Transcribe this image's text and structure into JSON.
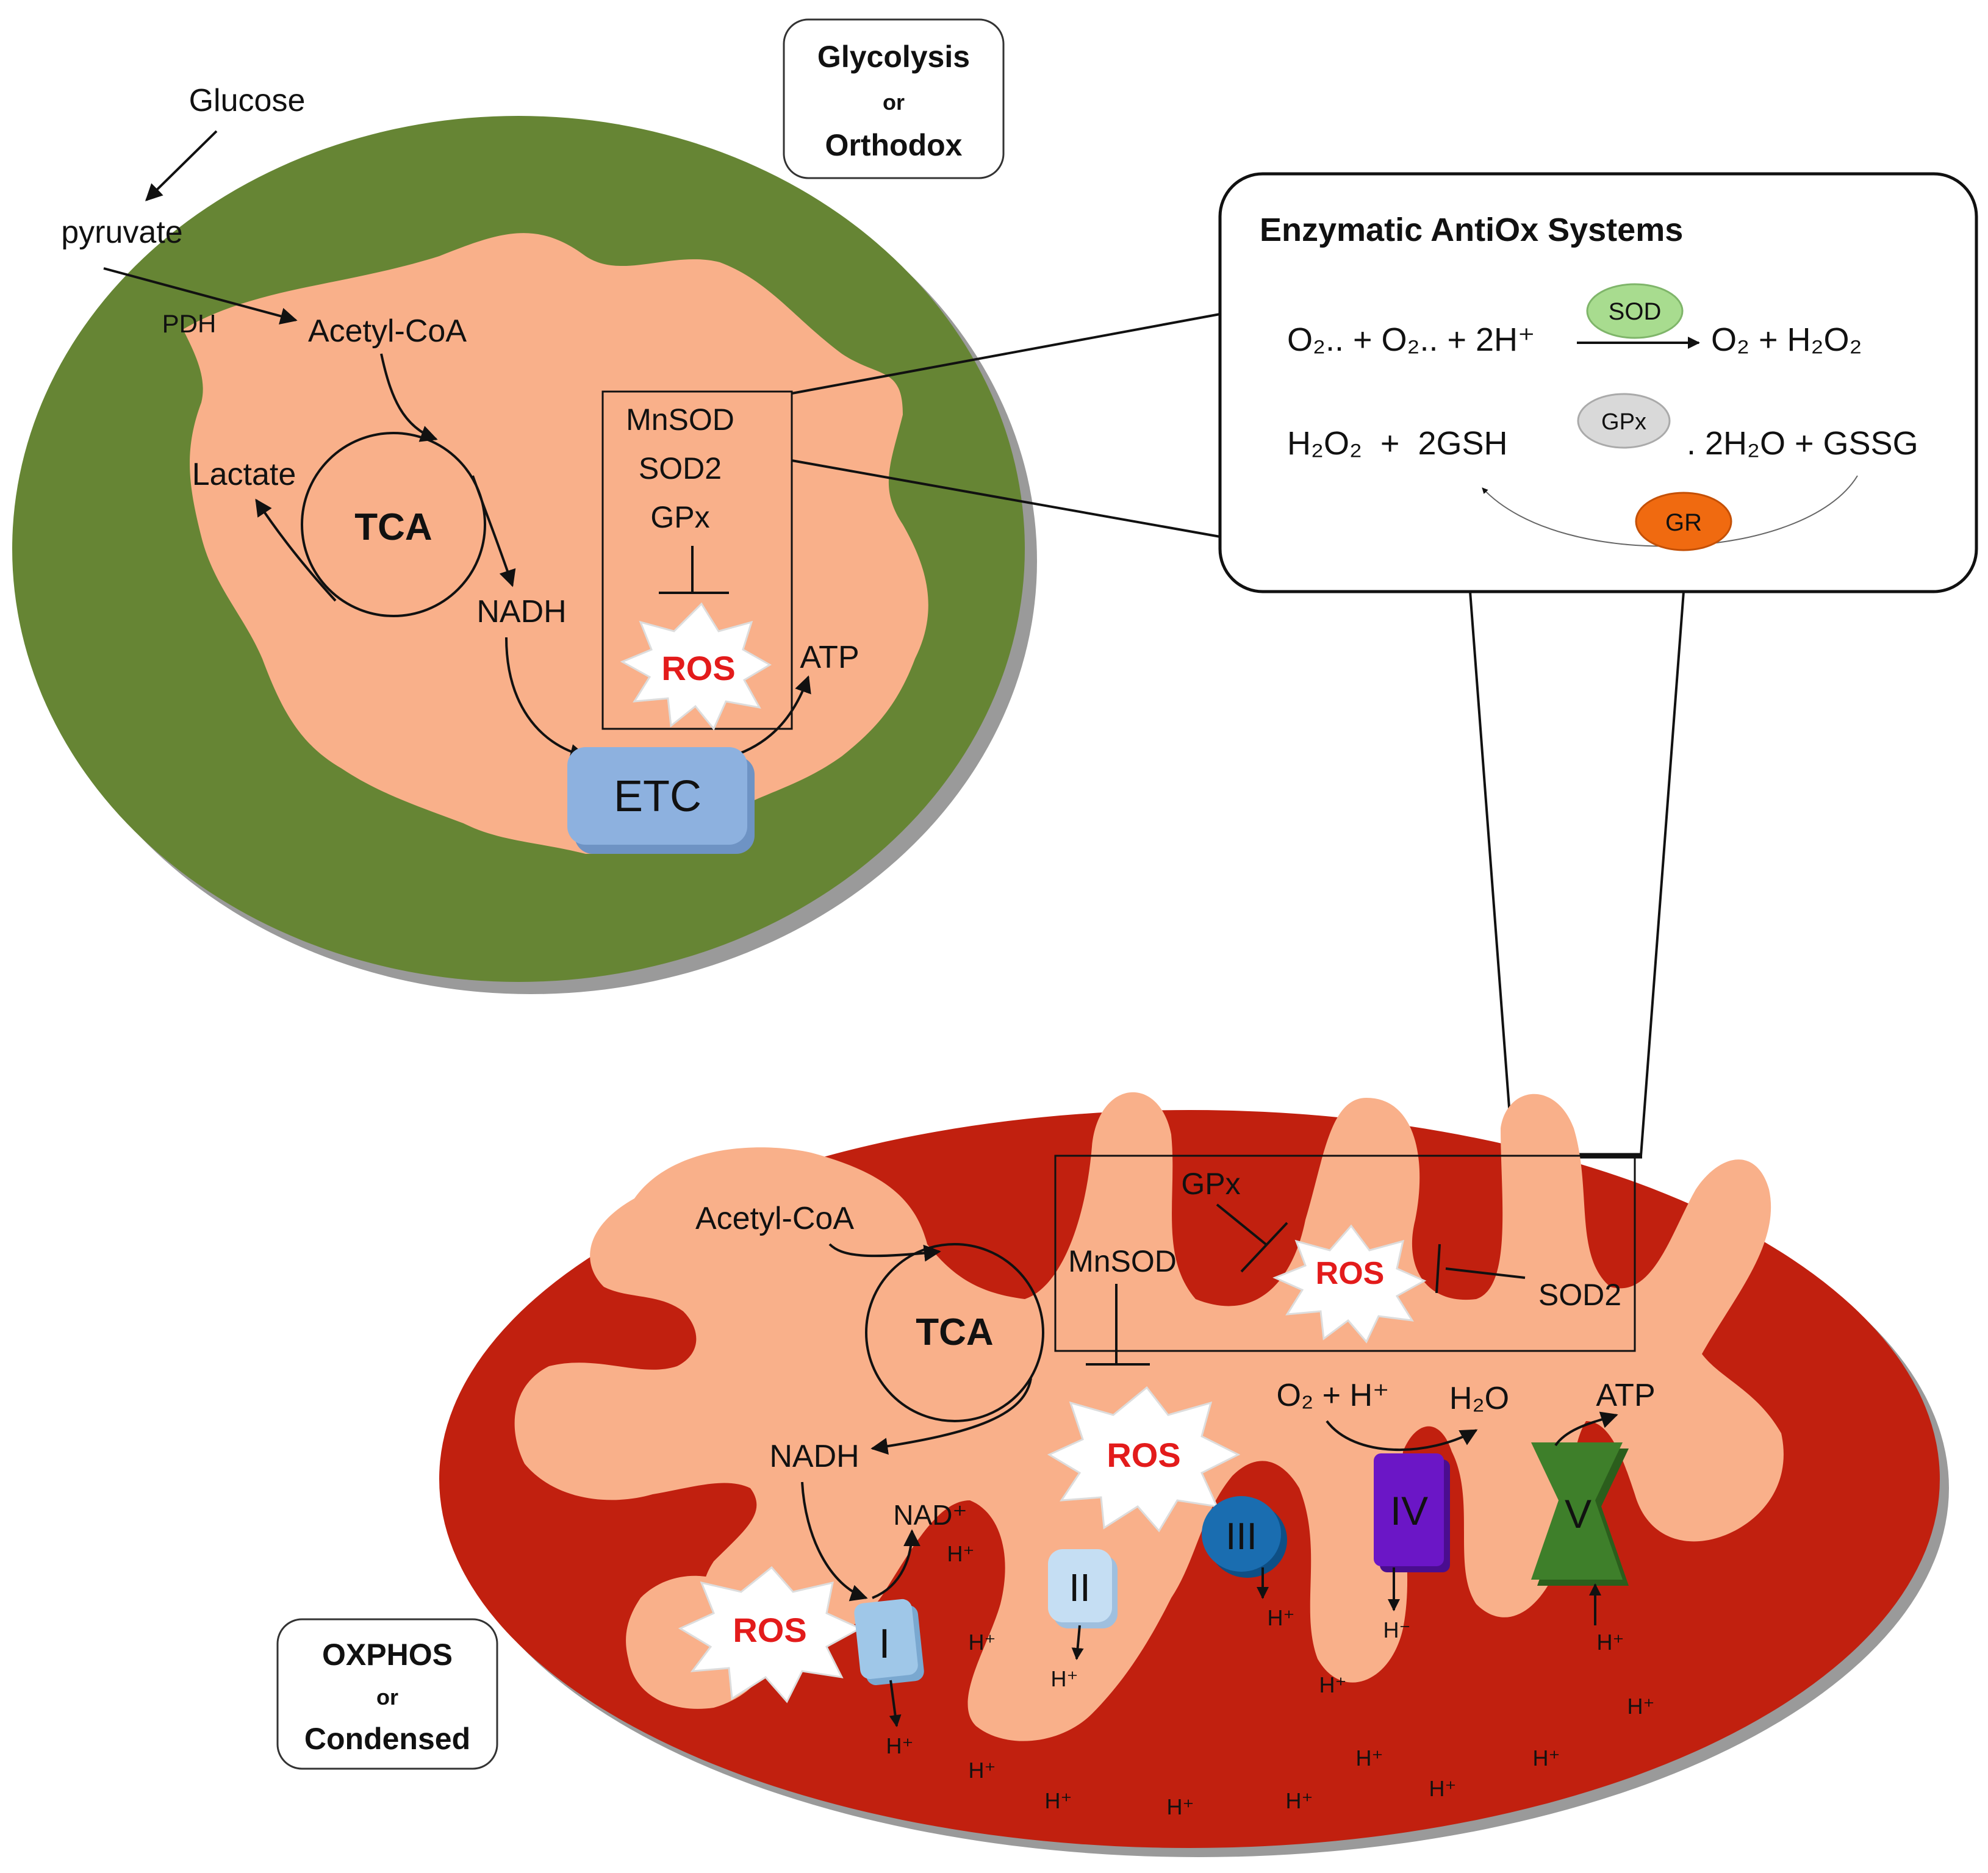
{
  "colors": {
    "upper_outer": "#668534",
    "lower_outer": "#c1200f",
    "matrix": "#f9b08a",
    "etc": "#8db1df",
    "sod": "#a8dc8f",
    "gpx": "#d9d9d9",
    "gr": "#f06a10",
    "complex_i": "#9fc7e8",
    "complex_ii": "#c5def3",
    "complex_iii": "#1a6db0",
    "complex_iv": "#6b16c6",
    "complex_v": "#3e7f2a",
    "ros_text": "#e31b1b"
  },
  "top_state": {
    "label_line1": "Glycolysis",
    "label_line2": "or",
    "label_line3": "Orthodox",
    "glucose": "Glucose",
    "pyruvate": "pyruvate",
    "pdh": "PDH",
    "acetyl_coa": "Acetyl-CoA",
    "lactate": "Lactate",
    "tca": "TCA",
    "nadh": "NADH",
    "mnsod": "MnSOD",
    "sod2": "SOD2",
    "gpx": "GPx",
    "ros": "ROS",
    "atp": "ATP",
    "etc": "ETC"
  },
  "antiox": {
    "title": "Enzymatic AntiOx Systems",
    "eq1_left": "O₂.. + O₂.. + 2H⁺",
    "eq1_right": "O₂ + H₂O₂",
    "sod": "SOD",
    "eq2_left": "H₂O₂  +  2GSH",
    "eq2_right": ". 2H₂O + GSSG",
    "gpx": "GPx",
    "gr": "GR"
  },
  "bottom_state": {
    "label_line1": "OXPHOS",
    "label_line2": "or",
    "label_line3": "Condensed",
    "acetyl_coa": "Acetyl-CoA",
    "tca": "TCA",
    "nadh": "NADH",
    "nad": "NAD⁺",
    "mnsod": "MnSOD",
    "gpx": "GPx",
    "sod2": "SOD2",
    "ros_inner": "ROS",
    "ros_middle": "ROS",
    "ros_left": "ROS",
    "o2_h": "O₂ + H⁺",
    "h2o": "H₂O",
    "atp": "ATP",
    "complex_i": "I",
    "complex_ii": "II",
    "complex_iii": "III",
    "complex_iv": "IV",
    "complex_v": "V",
    "proton": "H⁺",
    "proton_minus": "H⁻"
  }
}
